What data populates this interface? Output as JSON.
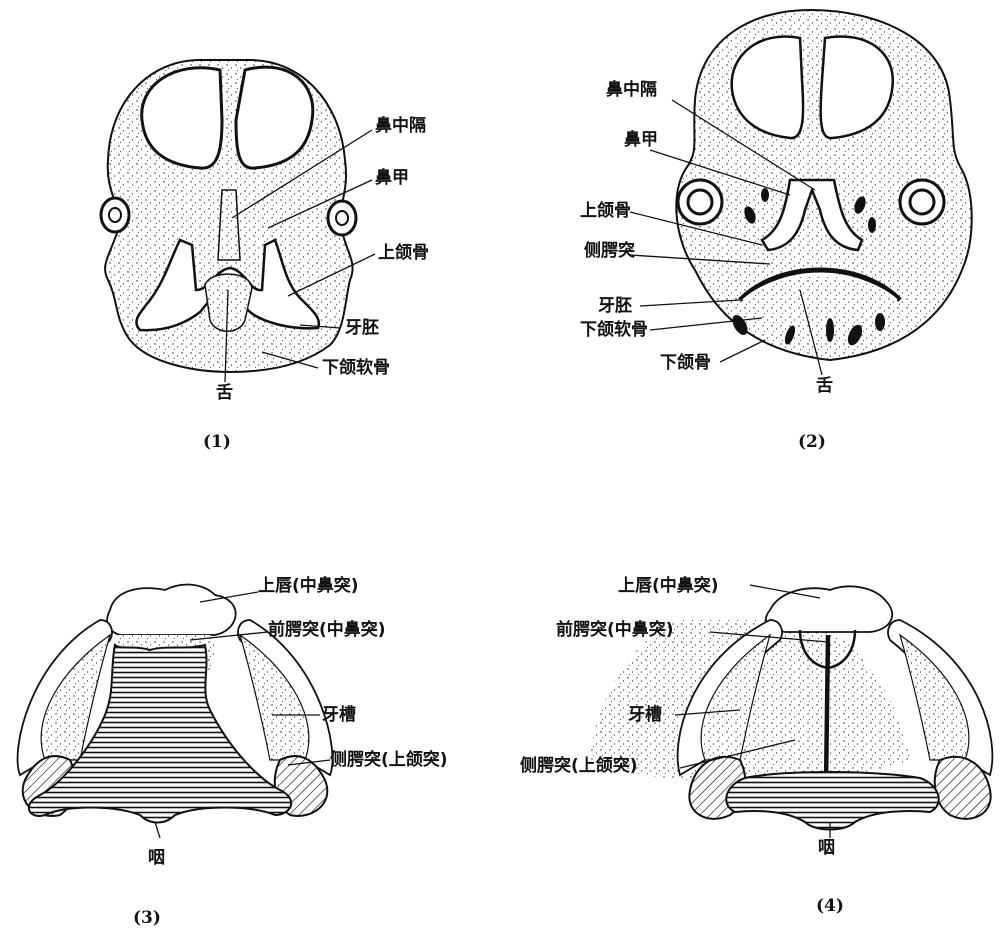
{
  "panels": [
    {
      "caption": "(1)",
      "labels": {
        "nasal_septum": "鼻中隔",
        "nasal_concha": "鼻甲",
        "maxilla": "上颌骨",
        "tooth_germ": "牙胚",
        "mandibular_cartilage": "下颌软骨",
        "tongue": "舌"
      }
    },
    {
      "caption": "(2)",
      "labels": {
        "nasal_septum": "鼻中隔",
        "nasal_concha": "鼻甲",
        "maxilla": "上颌骨",
        "lateral_palatal_process": "侧腭突",
        "tooth_germ": "牙胚",
        "mandibular_cartilage": "下颌软骨",
        "mandible": "下颌骨",
        "tongue": "舌"
      }
    },
    {
      "caption": "(3)",
      "labels": {
        "upper_lip": "上唇(中鼻突)",
        "primary_palate": "前腭突(中鼻突)",
        "alveolus": "牙槽",
        "lateral_palatal_process": "侧腭突(上颌突)",
        "pharynx": "咽"
      }
    },
    {
      "caption": "(4)",
      "labels": {
        "upper_lip": "上唇(中鼻突)",
        "primary_palate": "前腭突(中鼻突)",
        "alveolus": "牙槽",
        "lateral_palatal_process": "侧腭突(上颌突)",
        "pharynx": "咽"
      }
    }
  ]
}
